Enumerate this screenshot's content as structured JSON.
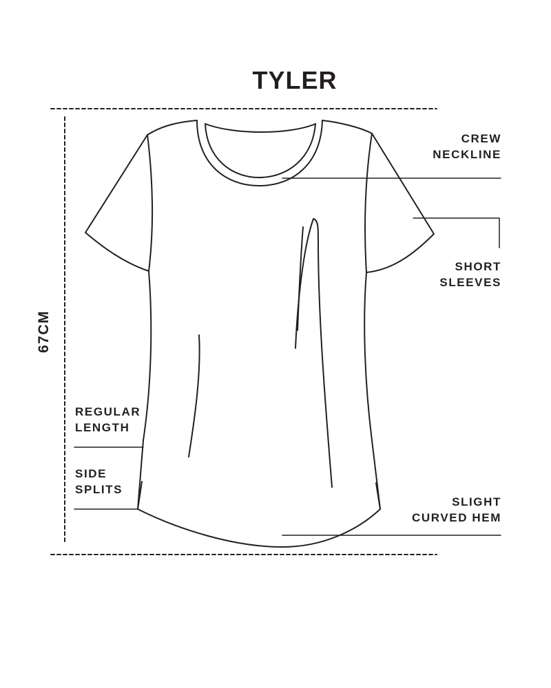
{
  "title": "TYLER",
  "measurement": {
    "length": "67CM"
  },
  "callouts": {
    "crew_neckline": [
      "CREW",
      "NECKLINE"
    ],
    "short_sleeves": [
      "SHORT",
      "SLEEVES"
    ],
    "regular_length": [
      "REGULAR",
      "LENGTH"
    ],
    "side_splits": [
      "SIDE",
      "SPLITS"
    ],
    "curved_hem": [
      "SLIGHT",
      "CURVED HEM"
    ]
  },
  "colors": {
    "ink": "#231f20",
    "background": "#ffffff"
  }
}
